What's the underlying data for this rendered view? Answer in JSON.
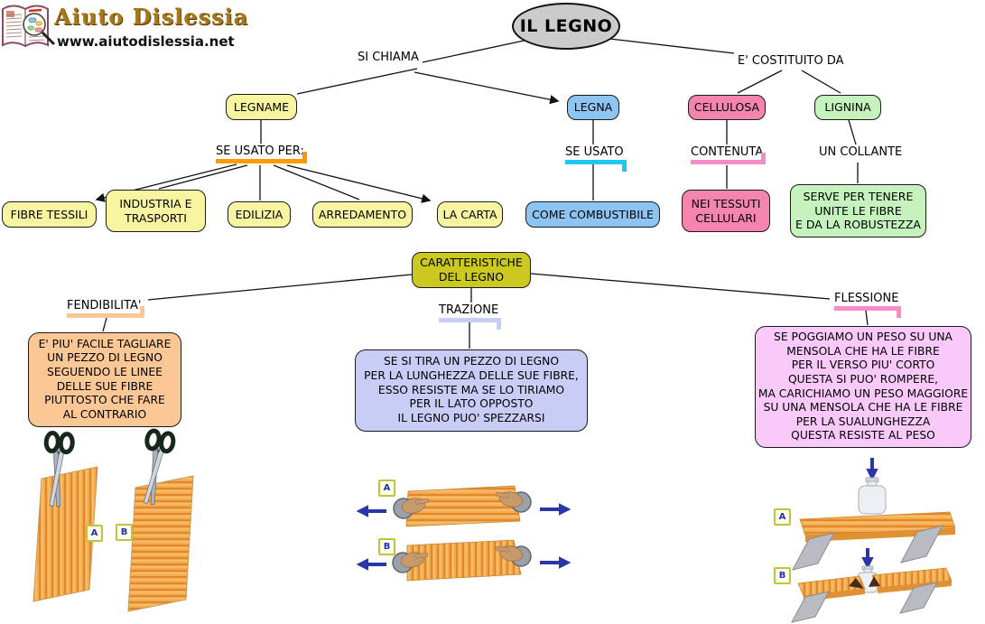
{
  "logo": {
    "title": "Aiuto Dislessia",
    "url": "www.aiutodislessia.net"
  },
  "map": {
    "root": "IL LEGNO",
    "left": {
      "connector": "SI CHIAMA",
      "legname": "LEGNAME",
      "se_usato_per": "SE USATO PER:",
      "uses": [
        "FIBRE TESSILI",
        "INDUSTRIA E\nTRASPORTI",
        "EDILIZIA",
        "ARREDAMENTO",
        "LA CARTA"
      ],
      "legna": "LEGNA",
      "se_usato": "SE USATO",
      "combustibile": "COME COMBUSTIBILE"
    },
    "right": {
      "connector": "E' COSTITUITO DA",
      "cellulosa": "CELLULOSA",
      "contenuta": "CONTENUTA",
      "tessuti": "NEI TESSUTI\nCELLULARI",
      "lignina": "LIGNINA",
      "collante": "UN COLLANTE",
      "serve": "SERVE PER TENERE\nUNITE LE FIBRE\nE DA LA ROBUSTEZZA"
    },
    "caratteristiche": {
      "title": "CARATTERISTICHE\nDEL LEGNO",
      "fendibilita_label": "FENDIBILITA'",
      "fendibilita_text": "E' PIU' FACILE TAGLIARE\nUN PEZZO DI LEGNO\nSEGUENDO LE LINEE\nDELLE SUE FIBRE\nPIUTTOSTO CHE FARE\nAL CONTRARIO",
      "trazione_label": "TRAZIONE",
      "trazione_text": "SE SI TIRA UN PEZZO DI LEGNO\nPER LA LUNGHEZZA DELLE SUE FIBRE,\nESSO RESISTE MA SE LO TIRIAMO\nPER IL LATO OPPOSTO\nIL LEGNO PUO' SPEZZARSI",
      "flessione_label": "FLESSIONE",
      "flessione_text": "SE POGGIAMO UN PESO SU UNA\nMENSOLA CHE HA LE FIBRE\nPER IL VERSO PIU' CORTO\nQUESTA SI PUO' ROMPERE,\nMA CARICHIAMO UN PESO MAGGIORE\nSU UNA MENSOLA CHE HA LE FIBRE\nPER LA SUALUNGHEZZA\nQUESTA RESISTE AL PESO"
    },
    "figures": {
      "label_a": "A",
      "label_b": "B"
    }
  },
  "colors": {
    "node_yellow": "#f8f5a0",
    "node_blue": "#8cc5f2",
    "node_pink": "#f585ae",
    "node_green": "#c5f2bd",
    "node_olive": "#cbc820",
    "box_peach": "#fbc795",
    "box_lavender": "#c9ccf5",
    "box_pink": "#f9c9f9",
    "root_gray": "#cbcbcb",
    "underline_orange": "#ff9900",
    "underline_cyan": "#1ec8f2",
    "underline_pink": "#f78cc8",
    "arrow_blue": "#2a35a8"
  }
}
